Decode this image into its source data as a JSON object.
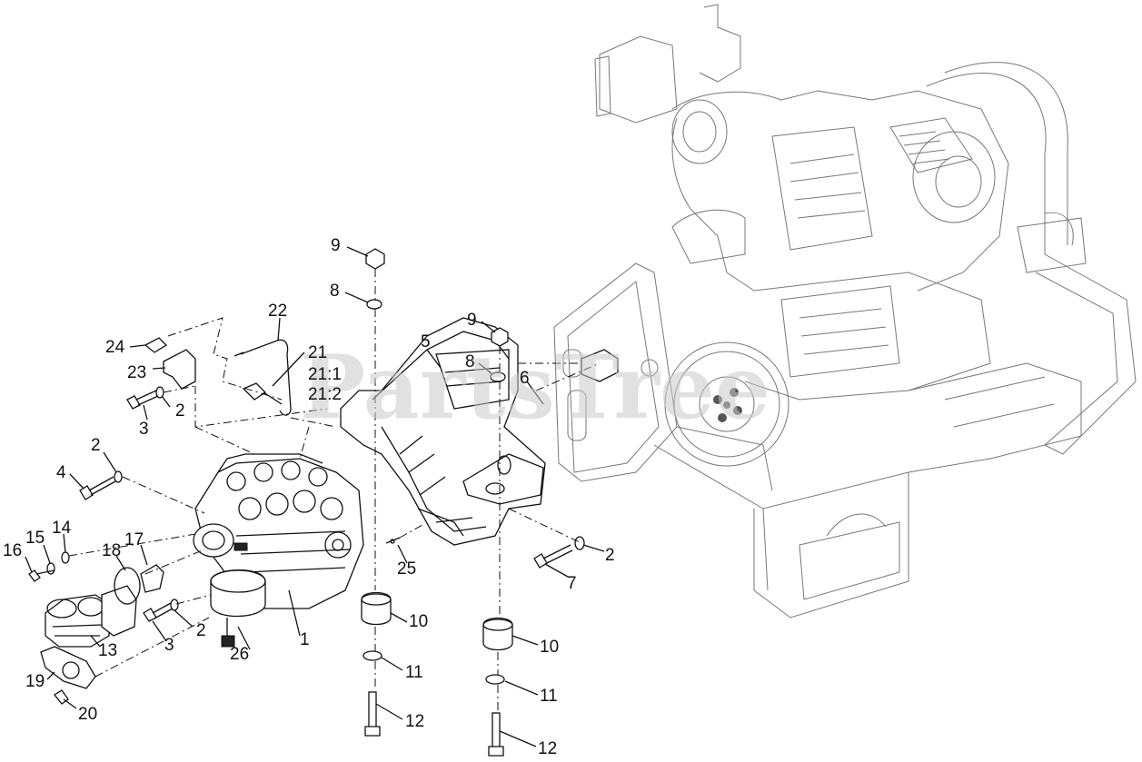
{
  "watermark": "PartsTree",
  "callouts": [
    {
      "id": "c9a",
      "text": "9"
    },
    {
      "id": "c8a",
      "text": "8"
    },
    {
      "id": "c9b",
      "text": "9"
    },
    {
      "id": "c8b",
      "text": "8"
    },
    {
      "id": "c5",
      "text": "5"
    },
    {
      "id": "c6",
      "text": "6"
    },
    {
      "id": "c22",
      "text": "22"
    },
    {
      "id": "c21",
      "text": "21"
    },
    {
      "id": "c21_1",
      "text": "21:1"
    },
    {
      "id": "c21_2",
      "text": "21:2"
    },
    {
      "id": "c24",
      "text": "24"
    },
    {
      "id": "c23",
      "text": "23"
    },
    {
      "id": "c2a",
      "text": "2"
    },
    {
      "id": "c3a",
      "text": "3"
    },
    {
      "id": "c2b",
      "text": "2"
    },
    {
      "id": "c4",
      "text": "4"
    },
    {
      "id": "c16",
      "text": "16"
    },
    {
      "id": "c15",
      "text": "15"
    },
    {
      "id": "c14",
      "text": "14"
    },
    {
      "id": "c18",
      "text": "18"
    },
    {
      "id": "c17",
      "text": "17"
    },
    {
      "id": "c13",
      "text": "13"
    },
    {
      "id": "c19",
      "text": "19"
    },
    {
      "id": "c20",
      "text": "20"
    },
    {
      "id": "c2c",
      "text": "2"
    },
    {
      "id": "c3b",
      "text": "3"
    },
    {
      "id": "c26",
      "text": "26"
    },
    {
      "id": "c1",
      "text": "1"
    },
    {
      "id": "c25",
      "text": "25"
    },
    {
      "id": "c2d",
      "text": "2"
    },
    {
      "id": "c7",
      "text": "7"
    },
    {
      "id": "c10a",
      "text": "10"
    },
    {
      "id": "c11a",
      "text": "11"
    },
    {
      "id": "c12a",
      "text": "12"
    },
    {
      "id": "c10b",
      "text": "10"
    },
    {
      "id": "c11b",
      "text": "11"
    },
    {
      "id": "c12b",
      "text": "12"
    }
  ]
}
